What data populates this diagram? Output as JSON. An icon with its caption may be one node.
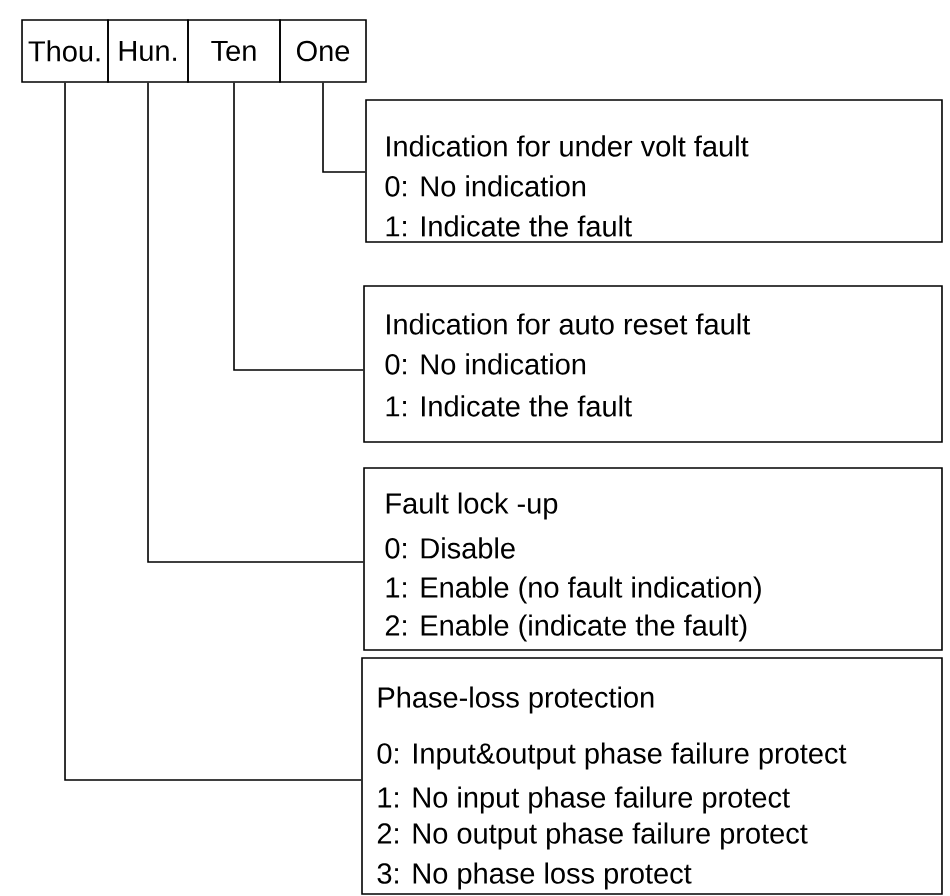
{
  "diagram": {
    "nodes": [
      {
        "text": [
          "Thou."
        ]
      },
      {
        "text": [
          "Hun."
        ]
      },
      {
        "text": [
          "Ten"
        ]
      },
      {
        "text": [
          "One"
        ]
      },
      {
        "text": [
          "Indication for under volt fault",
          "0: No indication",
          "1: Indicate  the fault"
        ]
      },
      {
        "text": [
          "Indication for auto reset fault",
          "0: No indication",
          "1: Indicate the fault"
        ]
      },
      {
        "text": [
          "Fault lock -up",
          "0: Disable",
          "1: Enable (no fault indication)",
          "2: Enable (indicate the fault)"
        ]
      },
      {
        "text": [
          "Phase-loss protection",
          "0: Input&output phase failure protect",
          "1: No input phase failure protect",
          "2: No output phase failure protect",
          "3: No phase loss protect"
        ]
      }
    ],
    "edges": [
      {
        "from": 3,
        "to": 4,
        "arrow": "none"
      },
      {
        "from": 2,
        "to": 5,
        "arrow": "none"
      },
      {
        "from": 1,
        "to": 6,
        "arrow": "none"
      },
      {
        "from": 0,
        "to": 7,
        "arrow": "none"
      }
    ]
  }
}
